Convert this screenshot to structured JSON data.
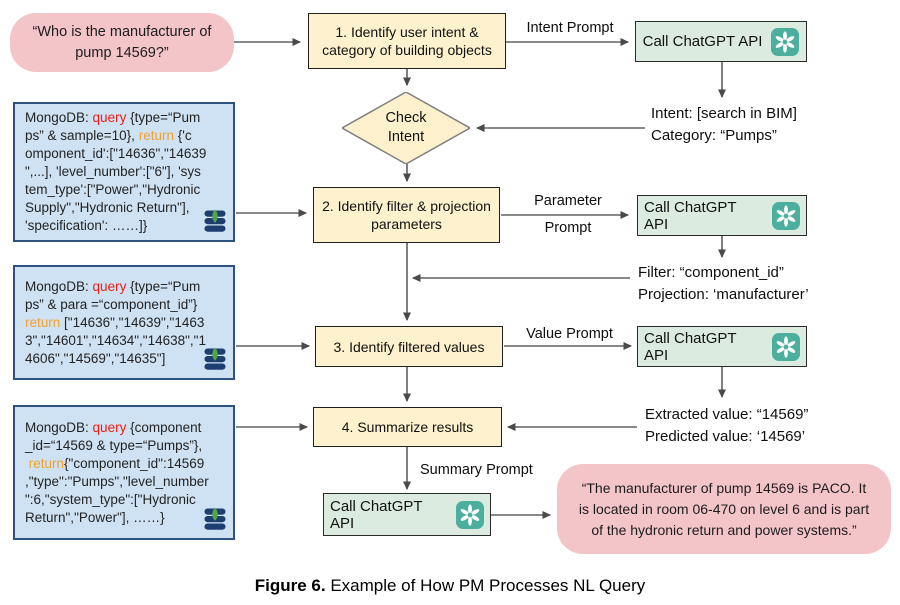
{
  "colors": {
    "bubble_pink": "#F3C5C9",
    "process_cream": "#FDF2CD",
    "chatgpt_green": "#DCEBE0",
    "openai_teal": "#4CAF9D",
    "mongo_blue": "#CFE2F3",
    "mongo_border": "#2F5380",
    "keyword_red": "#EC1C14",
    "keyword_orange": "#F2A12E",
    "arrow_gray": "#606060"
  },
  "query_bubble": {
    "lines": [
      "“Who is the manufacturer of",
      "pump 14569?”"
    ]
  },
  "answer_bubble": {
    "lines": [
      "“The manufacturer of pump 14569 is PACO. It",
      "is located in room 06-470 on level 6 and is part",
      "of the hydronic return and power systems.”"
    ]
  },
  "steps": {
    "step1": "1. Identify user intent & category of building objects",
    "step2": "2. Identify filter & projection parameters",
    "step3": "3. Identify filtered values",
    "step4": "4. Summarize results"
  },
  "diamond": {
    "label": "Check\nIntent"
  },
  "chatgpt": {
    "label": "Call ChatGPT API",
    "icon": "openai-logo"
  },
  "prompts": {
    "intent": "Intent Prompt",
    "parameter_line1": "Parameter",
    "parameter_line2": "Prompt",
    "value": "Value Prompt",
    "summary": "Summary Prompt"
  },
  "annotations": {
    "intent": [
      "Intent: [search in BIM]",
      "Category: “Pumps”"
    ],
    "filter": [
      "Filter: “component_id”",
      "Projection: ‘manufacturer’"
    ],
    "value": [
      "Extracted value: “14569”",
      "Predicted value: ‘14569’"
    ]
  },
  "mongo_boxes": [
    {
      "lines": [
        [
          {
            "t": "MongoDB: "
          },
          {
            "t": "query",
            "c": "q"
          },
          {
            "t": " {type=“Pum"
          }
        ],
        [
          {
            "t": "ps” & sample=10}, "
          },
          {
            "t": "return",
            "c": "r"
          },
          {
            "t": " {'c"
          }
        ],
        [
          {
            "t": "omponent_id':[\"14636\",\"14639"
          }
        ],
        [
          {
            "t": "\",...], 'level_number':[\"6\"], 'sys"
          }
        ],
        [
          {
            "t": "tem_type':[\"Power\",\"Hydronic"
          }
        ],
        [
          {
            "t": "Supply\",\"Hydronic Return\"],"
          }
        ],
        [
          {
            "t": "'specification': ……]}"
          }
        ]
      ]
    },
    {
      "lines": [
        [
          {
            "t": "MongoDB: "
          },
          {
            "t": "query",
            "c": "q"
          },
          {
            "t": " {type=“Pum"
          }
        ],
        [
          {
            "t": "ps” & para =“component_id”}"
          }
        ],
        [
          {
            "t": "return",
            "c": "r"
          },
          {
            "t": " [\"14636\",\"14639\",\"1463"
          }
        ],
        [
          {
            "t": "3\",\"14601\",\"14634\",\"14638\",\"1"
          }
        ],
        [
          {
            "t": "4606\",\"14569\",\"14635\"]"
          }
        ]
      ]
    },
    {
      "lines": [
        [
          {
            "t": "MongoDB: "
          },
          {
            "t": "query",
            "c": "q"
          },
          {
            "t": " {component"
          }
        ],
        [
          {
            "t": "_id=“14569 & type=“Pumps”},"
          }
        ],
        [
          {
            "t": " "
          },
          {
            "t": "return",
            "c": "r"
          },
          {
            "t": "{\"component_id\":14569"
          }
        ],
        [
          {
            "t": ",\"type\":\"Pumps\",\"level_number"
          }
        ],
        [
          {
            "t": "\":6,\"system_type\":[\"Hydronic"
          }
        ],
        [
          {
            "t": "Return\",\"Power\"], ……}"
          }
        ]
      ]
    }
  ],
  "caption": {
    "bold": "Figure 6.",
    "text": " Example of How PM Processes NL Query"
  }
}
